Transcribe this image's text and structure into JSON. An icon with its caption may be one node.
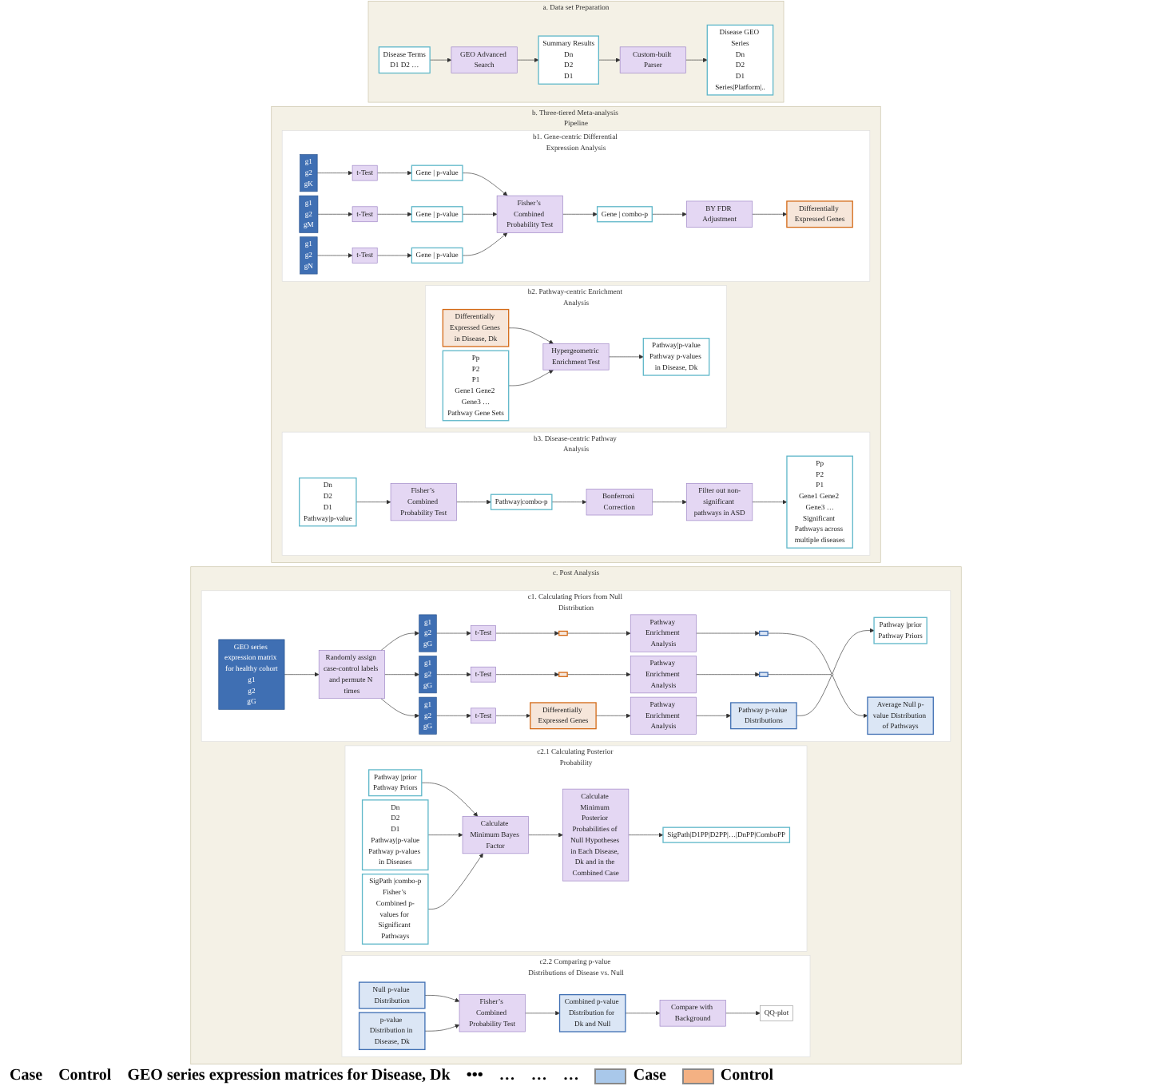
{
  "diagram": {
    "nodes": [
      {
        "text": [
          "a. Data set Preparation"
        ]
      },
      {
        "text": [
          "Disease Terms",
          "D1 D2 …"
        ],
        "in": 0
      },
      {
        "text": [
          "GEO Advanced Search"
        ],
        "in": 0
      },
      {
        "text": [
          "Summary Results",
          "Dn",
          "D2",
          "D1"
        ],
        "in": 0
      },
      {
        "text": [
          "Custom-built Parser"
        ],
        "in": 0
      },
      {
        "text": [
          "Disease GEO Series",
          "Dn",
          "D2",
          "D1",
          "Series|Platform|.."
        ],
        "in": 0
      },
      {
        "text": [
          "b. Three-tiered Meta-analysis Pipeline"
        ]
      },
      {
        "text": [
          "b1. Gene-centric Differential Expression Analysis"
        ],
        "in": 6
      },
      {
        "text": [
          "g1",
          "g2",
          "gK"
        ],
        "in": 7
      },
      {
        "text": [
          "t-Test"
        ],
        "in": 7
      },
      {
        "text": [
          "Gene | p-value"
        ],
        "in": 7
      },
      {
        "text": [
          "g1",
          "g2",
          "gM"
        ],
        "in": 7
      },
      {
        "text": [
          "t-Test"
        ],
        "in": 7
      },
      {
        "text": [
          "Gene | p-value"
        ],
        "in": 7
      },
      {
        "text": [
          "g1",
          "g2",
          "gN"
        ],
        "in": 7
      },
      {
        "text": [
          "t-Test"
        ],
        "in": 7
      },
      {
        "text": [
          "Gene | p-value"
        ],
        "in": 7
      },
      {
        "text": [
          "Fisher’s Combined Probability Test"
        ],
        "in": 7
      },
      {
        "text": [
          "Gene | combo-p"
        ],
        "in": 7
      },
      {
        "text": [
          "BY FDR Adjustment"
        ],
        "in": 7
      },
      {
        "text": [
          "Differentially Expressed Genes"
        ],
        "in": 7
      },
      {
        "text": [
          "b2. Pathway-centric Enrichment Analysis"
        ],
        "in": 6
      },
      {
        "text": [
          "Differentially Expressed Genes in Disease, Dk"
        ],
        "in": 21
      },
      {
        "text": [
          "Pp",
          "P2",
          "P1",
          "Gene1 Gene2 Gene3 …",
          "Pathway Gene Sets"
        ],
        "in": 21
      },
      {
        "text": [
          "Hypergeometric Enrichment Test"
        ],
        "in": 21
      },
      {
        "text": [
          "Pathway|p-value",
          "Pathway p-values in Disease, Dk"
        ],
        "in": 21
      },
      {
        "text": [
          "b3. Disease-centric Pathway Analysis"
        ],
        "in": 6
      },
      {
        "text": [
          "Dn",
          "D2",
          "D1",
          "Pathway|p-value"
        ],
        "in": 26
      },
      {
        "text": [
          "Fisher’s Combined Probability Test"
        ],
        "in": 26
      },
      {
        "text": [
          "Pathway|combo-p"
        ],
        "in": 26
      },
      {
        "text": [
          "Bonferroni Correction"
        ],
        "in": 26
      },
      {
        "text": [
          "Filter out non-significant pathways in ASD"
        ],
        "in": 26
      },
      {
        "text": [
          "Pp",
          "P2",
          "P1",
          "Gene1 Gene2 Gene3 …",
          "Significant Pathways across multiple diseases"
        ],
        "in": 26
      },
      {
        "text": [
          "c. Post Analysis"
        ]
      },
      {
        "text": [
          "c1. Calculating Priors from Null Distribution"
        ],
        "in": 33
      },
      {
        "text": [
          "GEO series expression matrix for healthy cohort",
          "g1",
          "g2",
          "gG"
        ],
        "in": 34
      },
      {
        "text": [
          "Randomly assign case-control labels and permute N times"
        ],
        "in": 34
      },
      {
        "text": [
          "g1",
          "g2",
          "gG"
        ],
        "in": 34
      },
      {
        "text": [
          "g1",
          "g2",
          "gG"
        ],
        "in": 34
      },
      {
        "text": [
          "g1",
          "g2",
          "gG"
        ],
        "in": 34
      },
      {
        "text": [
          "t-Test"
        ],
        "in": 34
      },
      {
        "text": [
          "t-Test"
        ],
        "in": 34
      },
      {
        "text": [
          "t-Test"
        ],
        "in": 34
      },
      {
        "text": [],
        "shape": "bar",
        "in": 34
      },
      {
        "text": [],
        "shape": "bar",
        "in": 34
      },
      {
        "text": [
          "Differentially Expressed Genes"
        ],
        "in": 34
      },
      {
        "text": [
          "Pathway Enrichment Analysis"
        ],
        "in": 34
      },
      {
        "text": [
          "Pathway Enrichment Analysis"
        ],
        "in": 34
      },
      {
        "text": [
          "Pathway Enrichment Analysis"
        ],
        "in": 34
      },
      {
        "text": [],
        "shape": "histogram",
        "in": 34
      },
      {
        "text": [],
        "shape": "histogram",
        "in": 34
      },
      {
        "text": [
          "Pathway p-value Distributions"
        ],
        "in": 34
      },
      {
        "text": [],
        "shape": "circle",
        "in": 34
      },
      {
        "text": [
          "Pathway |prior",
          "Pathway Priors"
        ],
        "in": 34
      },
      {
        "text": [
          "Average Null p-value Distribution of Pathways"
        ],
        "in": 34
      },
      {
        "text": [
          "c2.1 Calculating Posterior Probability"
        ],
        "in": 33
      },
      {
        "text": [
          "Pathway |prior",
          "Pathway Priors"
        ],
        "in": 55
      },
      {
        "text": [
          "Dn",
          "D2",
          "D1",
          "Pathway|p-value",
          "Pathway p-values in Diseases"
        ],
        "in": 55
      },
      {
        "text": [
          "SigPath |combo-p",
          "Fisher’s Combined p-values for Significant Pathways"
        ],
        "in": 55
      },
      {
        "text": [
          "Calculate Minimum Bayes Factor"
        ],
        "in": 55
      },
      {
        "text": [
          "Calculate Minimum Posterior Probabilities of Null Hypotheses in Each Disease, Dk and in the Combined Case"
        ],
        "in": 55
      },
      {
        "text": [
          "SigPath|D1PP|D2PP|…|DnPP|ComboPP"
        ],
        "in": 55
      },
      {
        "text": [
          "c2.2 Comparing p-value Distributions of Disease vs. Null"
        ],
        "in": 33
      },
      {
        "text": [
          "Null p-value Distribution"
        ],
        "in": 62
      },
      {
        "text": [
          "p-value Distribution in Disease, Dk"
        ],
        "in": 62
      },
      {
        "text": [
          "Fisher’s Combined Probability Test"
        ],
        "in": 62
      },
      {
        "text": [
          "Combined p-value Distribution for Dk and Null"
        ],
        "in": 62
      },
      {
        "text": [
          "Compare with Background"
        ],
        "in": 62
      },
      {
        "text": [
          "QQ-plot"
        ],
        "in": 62
      }
    ],
    "edges": [
      {
        "from": 1,
        "to": 2,
        "arrow": "to"
      },
      {
        "from": 2,
        "to": 3,
        "arrow": "to"
      },
      {
        "from": 3,
        "to": 4,
        "arrow": "to"
      },
      {
        "from": 4,
        "to": 5,
        "arrow": "to"
      },
      {
        "from": 8,
        "to": 9,
        "arrow": "to"
      },
      {
        "from": 9,
        "to": 10,
        "arrow": "to"
      },
      {
        "from": 11,
        "to": 12,
        "arrow": "to"
      },
      {
        "from": 12,
        "to": 13,
        "arrow": "to"
      },
      {
        "from": 14,
        "to": 15,
        "arrow": "to"
      },
      {
        "from": 15,
        "to": 16,
        "arrow": "to"
      },
      {
        "from": 10,
        "to": 17,
        "arrow": "to"
      },
      {
        "from": 13,
        "to": 17,
        "arrow": "to"
      },
      {
        "from": 16,
        "to": 17,
        "arrow": "to"
      },
      {
        "from": 17,
        "to": 18,
        "arrow": "to"
      },
      {
        "from": 18,
        "to": 19,
        "arrow": "to"
      },
      {
        "from": 19,
        "to": 20,
        "arrow": "to"
      },
      {
        "from": 22,
        "to": 24,
        "arrow": "to"
      },
      {
        "from": 23,
        "to": 24,
        "arrow": "to"
      },
      {
        "from": 24,
        "to": 25,
        "arrow": "to"
      },
      {
        "from": 27,
        "to": 28,
        "arrow": "to"
      },
      {
        "from": 28,
        "to": 29,
        "arrow": "to"
      },
      {
        "from": 29,
        "to": 30,
        "arrow": "to"
      },
      {
        "from": 30,
        "to": 31,
        "arrow": "to"
      },
      {
        "from": 31,
        "to": 32,
        "arrow": "to"
      },
      {
        "from": 35,
        "to": 36,
        "arrow": "to"
      },
      {
        "from": 36,
        "to": 37,
        "arrow": "to"
      },
      {
        "from": 36,
        "to": 38,
        "arrow": "to"
      },
      {
        "from": 36,
        "to": 39,
        "arrow": "to"
      },
      {
        "from": 37,
        "to": 40,
        "arrow": "to"
      },
      {
        "from": 38,
        "to": 41,
        "arrow": "to"
      },
      {
        "from": 39,
        "to": 42,
        "arrow": "to"
      },
      {
        "from": 40,
        "to": 43,
        "arrow": "to"
      },
      {
        "from": 41,
        "to": 44,
        "arrow": "to"
      },
      {
        "from": 42,
        "to": 45,
        "arrow": "to"
      },
      {
        "from": 43,
        "to": 46,
        "arrow": "to"
      },
      {
        "from": 44,
        "to": 47,
        "arrow": "to"
      },
      {
        "from": 45,
        "to": 48,
        "arrow": "to"
      },
      {
        "from": 46,
        "to": 49,
        "arrow": "to"
      },
      {
        "from": 47,
        "to": 50,
        "arrow": "to"
      },
      {
        "from": 48,
        "to": 51,
        "arrow": "to"
      },
      {
        "from": 49,
        "to": 52,
        "arrow": "none"
      },
      {
        "from": 50,
        "to": 52,
        "arrow": "none"
      },
      {
        "from": 51,
        "to": 52,
        "arrow": "none"
      },
      {
        "from": 52,
        "to": 53,
        "arrow": "to"
      },
      {
        "from": 52,
        "to": 54,
        "arrow": "to"
      },
      {
        "from": 56,
        "to": 59,
        "arrow": "to"
      },
      {
        "from": 57,
        "to": 59,
        "arrow": "to"
      },
      {
        "from": 58,
        "to": 59,
        "arrow": "to"
      },
      {
        "from": 59,
        "to": 60,
        "arrow": "to"
      },
      {
        "from": 60,
        "to": 61,
        "arrow": "to"
      },
      {
        "from": 63,
        "to": 65,
        "arrow": "to"
      },
      {
        "from": 64,
        "to": 65,
        "arrow": "to"
      },
      {
        "from": 65,
        "to": 66,
        "arrow": "to"
      },
      {
        "from": 66,
        "to": 67,
        "arrow": "to"
      },
      {
        "from": 67,
        "to": 68,
        "arrow": "to"
      }
    ],
    "labels": [
      "Case",
      "Control",
      "GEO series expression matrices for Disease, Dk",
      "•••",
      "…",
      "…",
      "…"
    ],
    "legend": [
      {
        "text": "Case",
        "color": "#a9c8ea"
      },
      {
        "text": "Control",
        "color": "#f4b183"
      }
    ]
  }
}
